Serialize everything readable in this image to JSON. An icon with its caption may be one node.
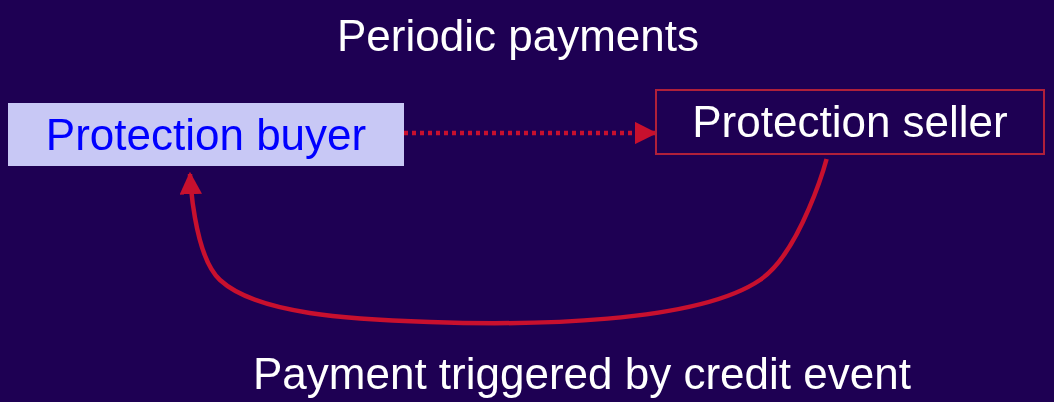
{
  "diagram": {
    "nodes": [
      {
        "text": [
          "Protection buyer"
        ]
      },
      {
        "text": [
          "Protection seller"
        ]
      }
    ],
    "edges": [
      {
        "from": 0,
        "to": 1,
        "arrow": "to",
        "style": "dashed",
        "label": "Periodic payments"
      },
      {
        "from": 1,
        "to": 0,
        "arrow": "to",
        "label": "Payment triggered by credit event"
      }
    ]
  }
}
